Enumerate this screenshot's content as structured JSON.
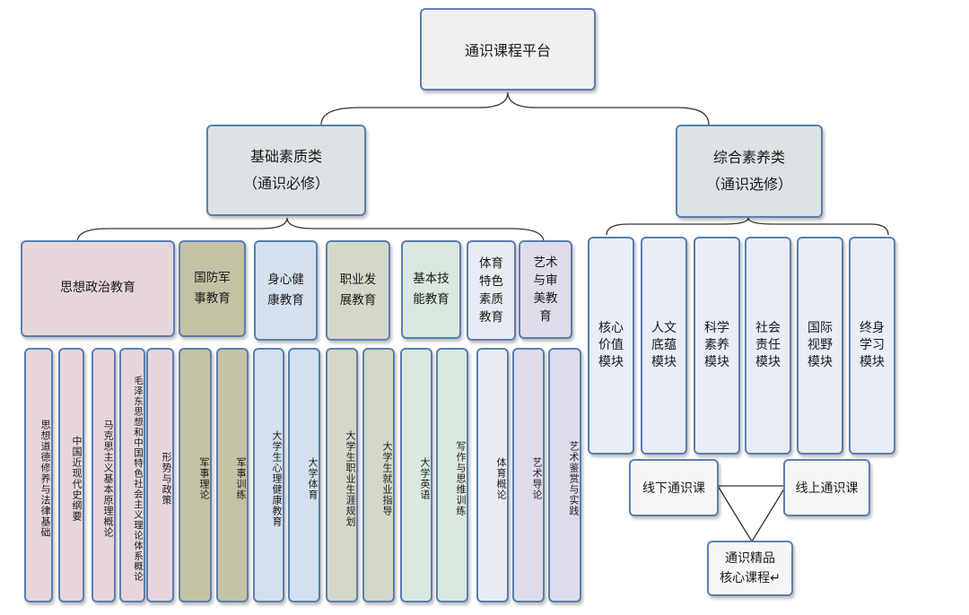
{
  "root": "通识课程平台",
  "categories": {
    "basic": "基础素质类\n（通识必修）",
    "comprehensive": "综合素养类\n（通识选修）"
  },
  "sections": [
    {
      "label": "思想政治教育",
      "color": "#e6d6db"
    },
    {
      "label": "国防军\n事教育",
      "color": "#c4c2a5"
    },
    {
      "label": "身心健\n康教育",
      "color": "#d4e0ed"
    },
    {
      "label": "职业发\n展教育",
      "color": "#d3d8c8"
    },
    {
      "label": "基本技\n能教育",
      "color": "#dae8df"
    },
    {
      "label": "体育\n特色\n素质\n教育",
      "color": "#e8ebf1"
    },
    {
      "label": "艺术\n与审\n美教\n育",
      "color": "#dfdce9"
    }
  ],
  "courses": [
    {
      "label": "思想道德修养与法律基础",
      "color": "#e6d6db"
    },
    {
      "label": "中国近现代史纲要",
      "color": "#e6d6db"
    },
    {
      "label": "马克思主义基本原理概论",
      "color": "#e6d6db"
    },
    {
      "label": "毛泽东思想和中国特色社会主义理论体系概论",
      "color": "#e6d6db"
    },
    {
      "label": "形势与政策",
      "color": "#e6d6db"
    },
    {
      "label": "军事理论",
      "color": "#c4c2a5"
    },
    {
      "label": "军事训练",
      "color": "#c4c2a5"
    },
    {
      "label": "大学生心理健康教育",
      "color": "#d4e0ed"
    },
    {
      "label": "大学体育",
      "color": "#d4e0ed"
    },
    {
      "label": "大学生职业生涯规划",
      "color": "#d3d8c8"
    },
    {
      "label": "大学生就业指导",
      "color": "#d3d8c8"
    },
    {
      "label": "大学英语",
      "color": "#dae8df"
    },
    {
      "label": "写作与思维训练",
      "color": "#dae8df"
    },
    {
      "label": "体育概论",
      "color": "#e8ebf1"
    },
    {
      "label": "艺术导论",
      "color": "#dfdce9"
    },
    {
      "label": "艺术鉴赏与实践",
      "color": "#dfdce9"
    }
  ],
  "modules": [
    "核心价值模块",
    "人文底蕴模块",
    "科学素养模块",
    "社会责任模块",
    "国际视野模块",
    "终身学习模块"
  ],
  "module_color": "#e8edf6",
  "offline": "线下通识课",
  "online": "线上通识课",
  "premium": "通识精品\n核心课程↵",
  "border_color": "#5b7fad"
}
